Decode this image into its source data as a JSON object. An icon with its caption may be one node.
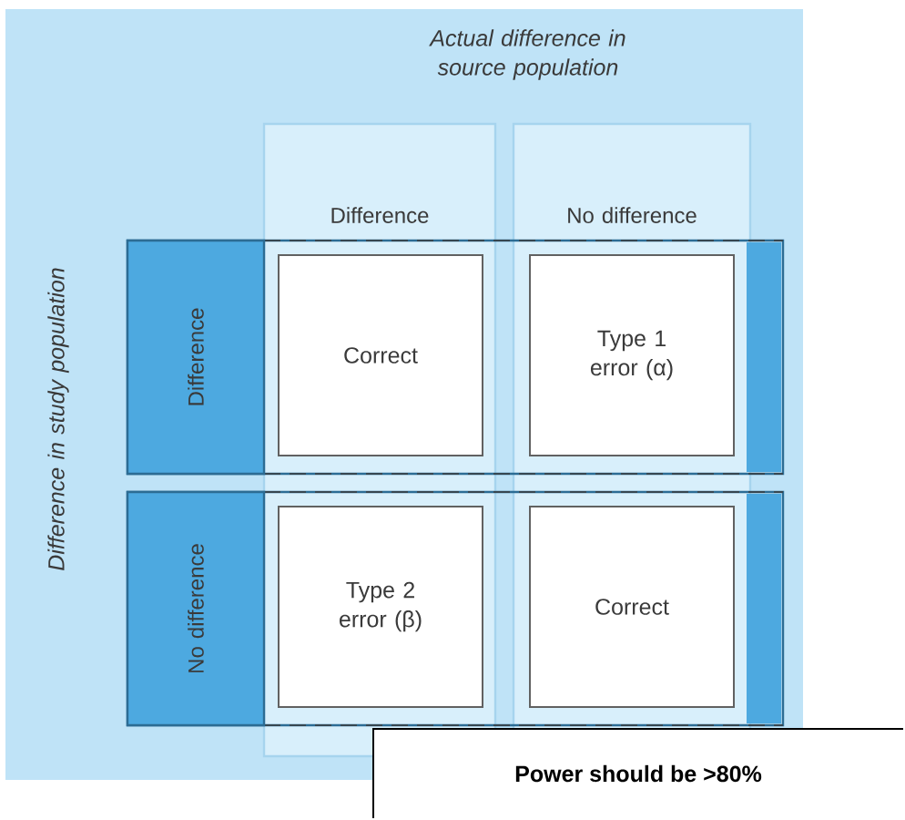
{
  "diagram": {
    "nodes": [
      {
        "text": [
          "Difference"
        ]
      },
      {
        "text": [
          "No difference"
        ]
      },
      {
        "text": [
          "Difference"
        ]
      },
      {
        "text": [
          "No difference"
        ]
      },
      {
        "text": [
          "Correct"
        ]
      },
      {
        "text": [
          "Type 1 error (α)"
        ]
      },
      {
        "text": [
          "Type 2 error (β)"
        ]
      },
      {
        "text": [
          "Correct"
        ]
      },
      {
        "text": [
          "Power should be >80%"
        ]
      }
    ],
    "edges": [],
    "labels": [
      "Actual difference in source population",
      "Difference in study population"
    ]
  }
}
